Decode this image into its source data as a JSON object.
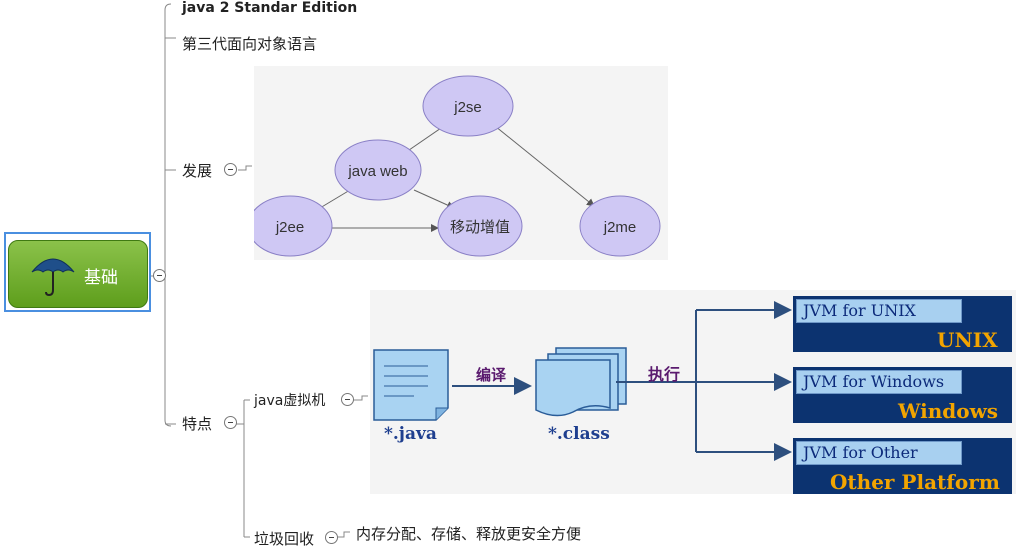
{
  "root": {
    "label": "基础",
    "icon": "umbrella-icon"
  },
  "branches": {
    "title": "java 2 Standar Edition",
    "subtitle": "第三代面向对象语言",
    "development": "发展",
    "features": "特点",
    "jvm": "java虚拟机",
    "gc": "垃圾回收",
    "gc_note": "内存分配、存储、释放更安全方便"
  },
  "graph": {
    "nodes": [
      "j2se",
      "java web",
      "j2ee",
      "移动增值",
      "j2me"
    ]
  },
  "flow": {
    "source": "*.java",
    "compile": "编译",
    "compiled": "*.class",
    "execute": "执行",
    "targets": [
      {
        "jvm": "JVM for UNIX",
        "os": "UNIX"
      },
      {
        "jvm": "JVM for Windows",
        "os": "Windows"
      },
      {
        "jvm": "JVM for Other",
        "os": "Other Platform"
      }
    ]
  },
  "colors": {
    "root_green": "#6faf2a",
    "ellipse_fill": "#cfc8f4",
    "jvm_bar": "#0c3370",
    "os_label": "#f2a400",
    "verb_label": "#5a1a6e",
    "doc_fill": "#a9d3f2"
  }
}
